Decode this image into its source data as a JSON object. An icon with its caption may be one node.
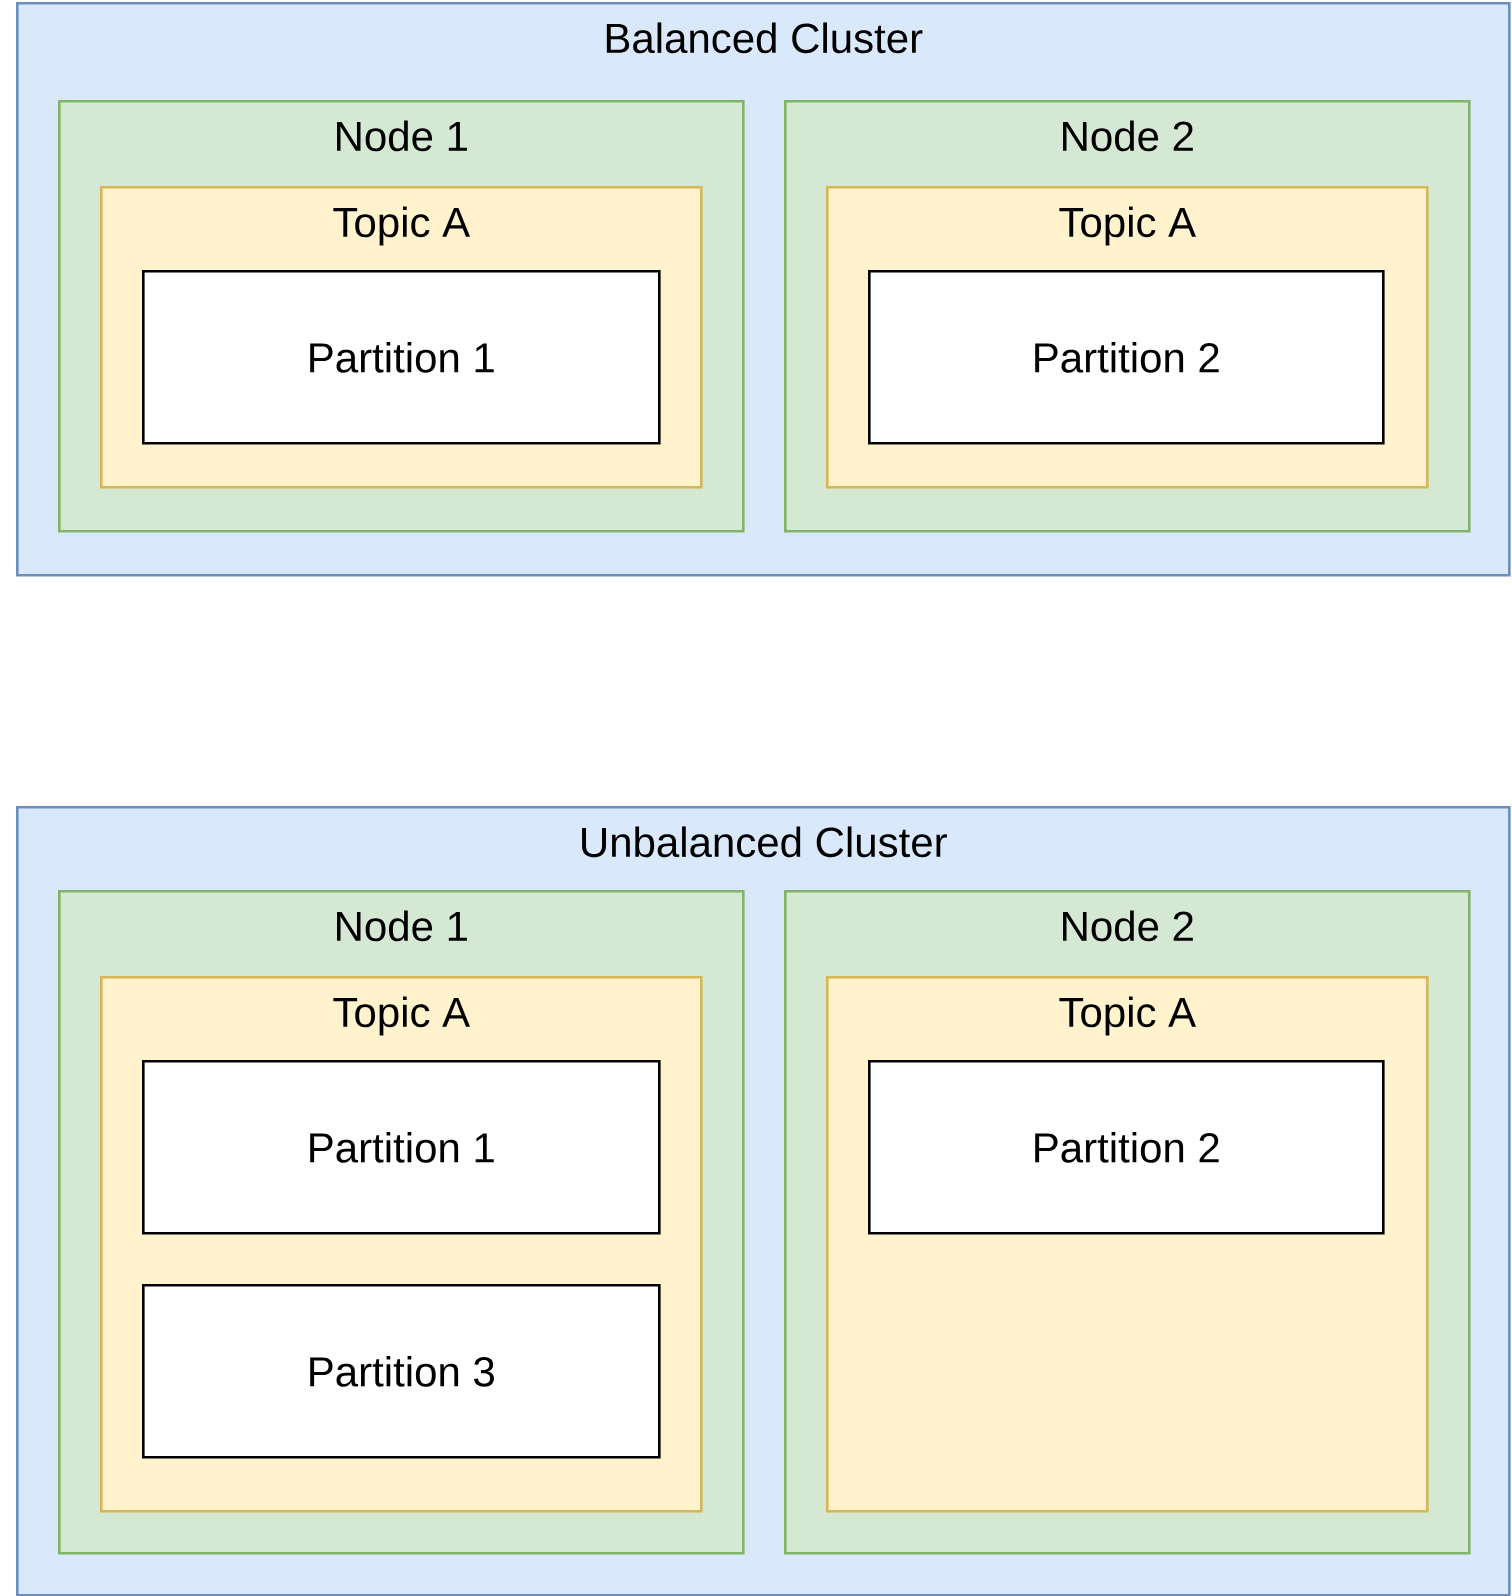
{
  "diagram": {
    "nodes": [
      {
        "text": [
          "Balanced Cluster"
        ]
      },
      {
        "text": [
          "Node 1"
        ],
        "in": 0
      },
      {
        "text": [
          "Topic A"
        ],
        "in": 1
      },
      {
        "text": [
          "Partition 1"
        ],
        "in": 2
      },
      {
        "text": [
          "Node 2"
        ],
        "in": 0
      },
      {
        "text": [
          "Topic A"
        ],
        "in": 4
      },
      {
        "text": [
          "Partition 2"
        ],
        "in": 5
      },
      {
        "text": [
          "Unbalanced Cluster"
        ]
      },
      {
        "text": [
          "Node 1"
        ],
        "in": 7
      },
      {
        "text": [
          "Topic A"
        ],
        "in": 8
      },
      {
        "text": [
          "Partition 1"
        ],
        "in": 9
      },
      {
        "text": [
          "Partition 3"
        ],
        "in": 9
      },
      {
        "text": [
          "Node 2"
        ],
        "in": 7
      },
      {
        "text": [
          "Topic A"
        ],
        "in": 12
      },
      {
        "text": [
          "Partition 2"
        ],
        "in": 13
      }
    ]
  }
}
